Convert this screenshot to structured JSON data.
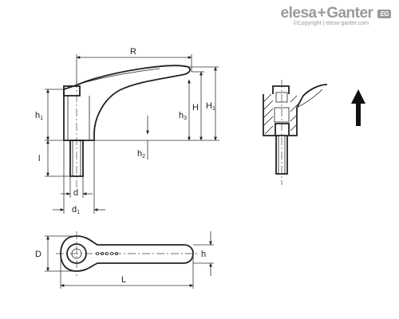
{
  "brand": {
    "name_left": "elesa",
    "plus": "+",
    "name_right": "Ganter",
    "badge": "EG",
    "copyright": "©Copyright | elesa-ganter.com",
    "color": "#9a9a9a"
  },
  "labels": {
    "R": "R",
    "h1": "h",
    "h1_sub": "1",
    "H": "H",
    "h3": "h",
    "h3_sub": "3",
    "H1": "H",
    "H1_sub": "1",
    "h2": "h",
    "h2_sub": "2",
    "l": "l",
    "d": "d",
    "d1": "d",
    "d1_sub": "1",
    "D": "D",
    "L": "L",
    "h_plan": "h"
  },
  "icons": {
    "arrow": "arrow-up-icon"
  }
}
